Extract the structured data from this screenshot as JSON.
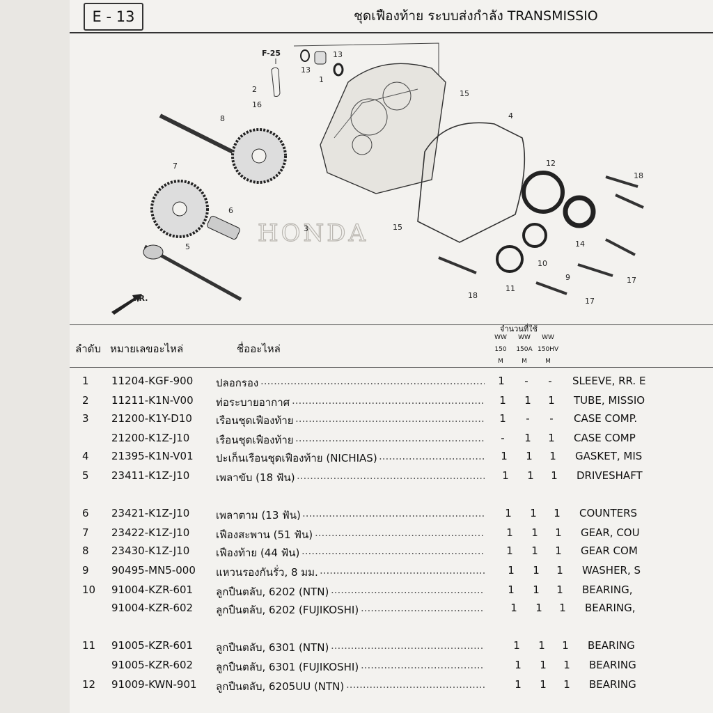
{
  "header": {
    "code": "E - 13",
    "title": "ชุดเฟืองท้าย ระบบส่งกำลัง TRANSMISSIO"
  },
  "diagram": {
    "brand": "HONDA",
    "ref": "F-25",
    "fr": "FR.",
    "callouts": [
      "1",
      "2",
      "3",
      "4",
      "5",
      "6",
      "7",
      "8",
      "9",
      "10",
      "11",
      "12",
      "13",
      "13",
      "14",
      "15",
      "15",
      "16",
      "17",
      "17",
      "18",
      "18"
    ]
  },
  "table": {
    "headers": {
      "index": "ลำดับ",
      "part_no": "หมายเลขอะไหล่",
      "name": "ชื่ออะไหล่",
      "qty_label": "จำนวนที่ใช้",
      "models": [
        [
          "WW",
          "150",
          "M"
        ],
        [
          "WW",
          "150A",
          "M"
        ],
        [
          "WW",
          "150HV",
          "M"
        ]
      ]
    },
    "rows": [
      {
        "idx": "1",
        "part": "11204-KGF-900",
        "name": "ปลอกรอง",
        "q": [
          "1",
          "-",
          "-"
        ],
        "en": "SLEEVE, RR. E"
      },
      {
        "idx": "2",
        "part": "11211-K1N-V00",
        "name": "ท่อระบายอากาศ",
        "q": [
          "1",
          "1",
          "1"
        ],
        "en": "TUBE, MISSIO"
      },
      {
        "idx": "3",
        "part": "21200-K1Y-D10",
        "name": "เรือนชุดเฟืองท้าย",
        "q": [
          "1",
          "-",
          "-"
        ],
        "en": "CASE COMP."
      },
      {
        "idx": "",
        "part": "21200-K1Z-J10",
        "name": "เรือนชุดเฟืองท้าย",
        "q": [
          "-",
          "1",
          "1"
        ],
        "en": "CASE COMP"
      },
      {
        "idx": "4",
        "part": "21395-K1N-V01",
        "name": "ปะเก็นเรือนชุดเฟืองท้าย (NICHIAS)",
        "q": [
          "1",
          "1",
          "1"
        ],
        "en": "GASKET, MIS"
      },
      {
        "idx": "5",
        "part": "23411-K1Z-J10",
        "name": "เพลาขับ (18 ฟัน)",
        "q": [
          "1",
          "1",
          "1"
        ],
        "en": "DRIVESHAFT"
      },
      {
        "idx": "6",
        "part": "23421-K1Z-J10",
        "name": "เพลาตาม (13 ฟัน)",
        "q": [
          "1",
          "1",
          "1"
        ],
        "en": "COUNTERS"
      },
      {
        "idx": "7",
        "part": "23422-K1Z-J10",
        "name": "เฟืองสะพาน (51 ฟัน)",
        "q": [
          "1",
          "1",
          "1"
        ],
        "en": "GEAR, COU"
      },
      {
        "idx": "8",
        "part": "23430-K1Z-J10",
        "name": "เฟืองท้าย (44 ฟัน)",
        "q": [
          "1",
          "1",
          "1"
        ],
        "en": "GEAR COM"
      },
      {
        "idx": "9",
        "part": "90495-MN5-000",
        "name": "แหวนรองกันรั่ว, 8 มม.",
        "q": [
          "1",
          "1",
          "1"
        ],
        "en": "WASHER, S"
      },
      {
        "idx": "10",
        "part": "91004-KZR-601",
        "name": "ลูกปืนตลับ, 6202 (NTN)",
        "q": [
          "1",
          "1",
          "1"
        ],
        "en": "BEARING,"
      },
      {
        "idx": "",
        "part": "91004-KZR-602",
        "name": "ลูกปืนตลับ, 6202 (FUJIKOSHI)",
        "q": [
          "1",
          "1",
          "1"
        ],
        "en": "BEARING,"
      },
      {
        "idx": "11",
        "part": "91005-KZR-601",
        "name": "ลูกปืนตลับ, 6301 (NTN)",
        "q": [
          "1",
          "1",
          "1"
        ],
        "en": "BEARING"
      },
      {
        "idx": "",
        "part": "91005-KZR-602",
        "name": "ลูกปืนตลับ, 6301 (FUJIKOSHI)",
        "q": [
          "1",
          "1",
          "1"
        ],
        "en": "BEARING"
      },
      {
        "idx": "12",
        "part": "91009-KWN-901",
        "name": "ลูกปืนตลับ, 6205UU (NTN)",
        "q": [
          "1",
          "1",
          "1"
        ],
        "en": "BEARING"
      }
    ]
  }
}
